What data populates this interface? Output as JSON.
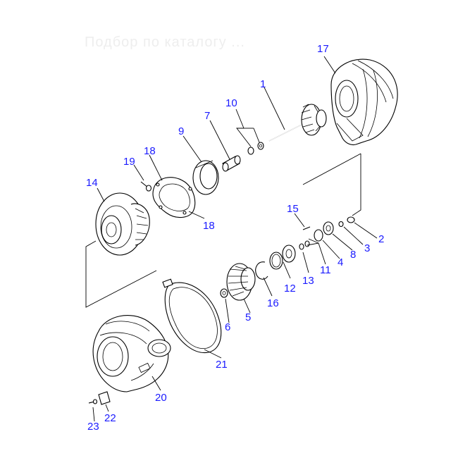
{
  "watermark": "Подбор по каталогу ...",
  "callout_color": "#1a1aff",
  "callouts": {
    "c1": "1",
    "c2": "2",
    "c3": "3",
    "c4": "4",
    "c5": "5",
    "c6": "6",
    "c7": "7",
    "c8": "8",
    "c9": "9",
    "c10": "10",
    "c11": "11",
    "c12": "12",
    "c13": "13",
    "c14": "14",
    "c15": "15",
    "c16": "16",
    "c17": "17",
    "c18a": "18",
    "c18b": "18",
    "c19": "19",
    "c20": "20",
    "c21": "21",
    "c22": "22",
    "c23": "23"
  }
}
